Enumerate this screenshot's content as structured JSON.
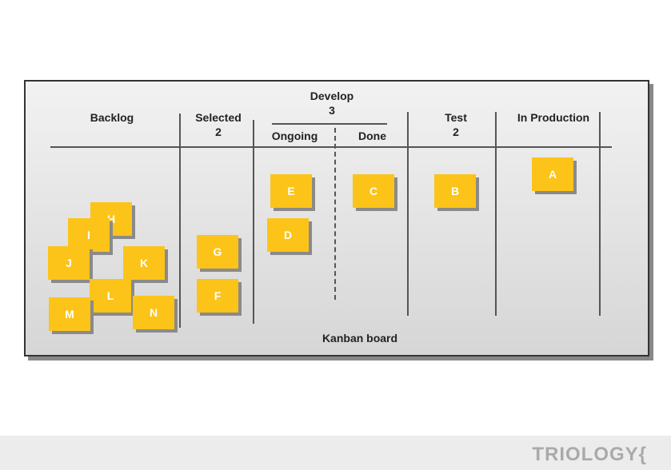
{
  "board": {
    "caption": "Kanban board",
    "columns": {
      "backlog": "Backlog",
      "selected": "Selected",
      "selected_limit": "2",
      "develop": "Develop",
      "develop_limit": "3",
      "ongoing": "Ongoing",
      "done": "Done",
      "test": "Test",
      "test_limit": "2",
      "production": "In Production"
    },
    "cards": {
      "a": "A",
      "b": "B",
      "c": "C",
      "d": "D",
      "e": "E",
      "f": "F",
      "g": "G",
      "h": "H",
      "i": "I",
      "j": "J",
      "k": "K",
      "l": "L",
      "m": "M",
      "n": "N"
    }
  },
  "footer": {
    "logo": "TRIOLOGY{"
  }
}
